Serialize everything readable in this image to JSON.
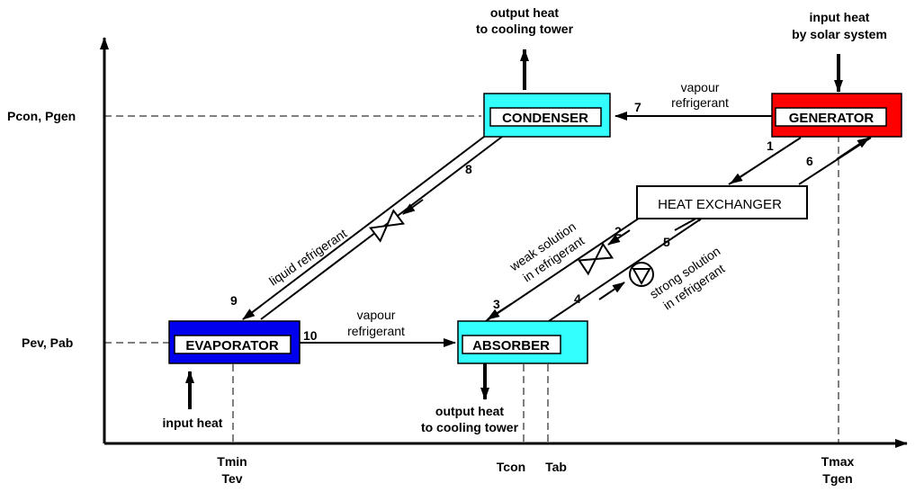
{
  "axes": {
    "y_labels": {
      "top": "Pcon, Pgen",
      "bottom": "Pev, Pab"
    },
    "x_labels": {
      "left_1": "Tmin",
      "left_2": "Tev",
      "mid_1": "Tcon",
      "mid_2": "Tab",
      "right_1": "Tmax",
      "right_2": "Tgen"
    }
  },
  "components": {
    "condenser": {
      "label": "CONDENSER",
      "color": "#33ffff"
    },
    "generator": {
      "label": "GENERATOR",
      "color": "#ff0000"
    },
    "heat_exchanger": {
      "label": "HEAT EXCHANGER",
      "color": "#ffffff"
    },
    "evaporator": {
      "label": "EVAPORATOR",
      "color": "#0000ee"
    },
    "absorber": {
      "label": "ABSORBER",
      "color": "#33ffff"
    }
  },
  "annotations": {
    "condenser_out_1": "output heat",
    "condenser_out_2": "to cooling tower",
    "generator_in_1": "input heat",
    "generator_in_2": "by solar system",
    "vapour_top_1": "vapour",
    "vapour_top_2": "refrigerant",
    "vapour_mid_1": "vapour",
    "vapour_mid_2": "refrigerant",
    "liquid": "liquid refrigerant",
    "weak_1": "weak solution",
    "weak_2": "in refrigerant",
    "strong_1": "strong solution",
    "strong_2": "in refrigerant",
    "evap_in": "input heat",
    "absorber_out_1": "output heat",
    "absorber_out_2": "to cooling tower"
  },
  "streams": [
    "1",
    "2",
    "3",
    "4",
    "5",
    "6",
    "7",
    "8",
    "9",
    "10"
  ]
}
